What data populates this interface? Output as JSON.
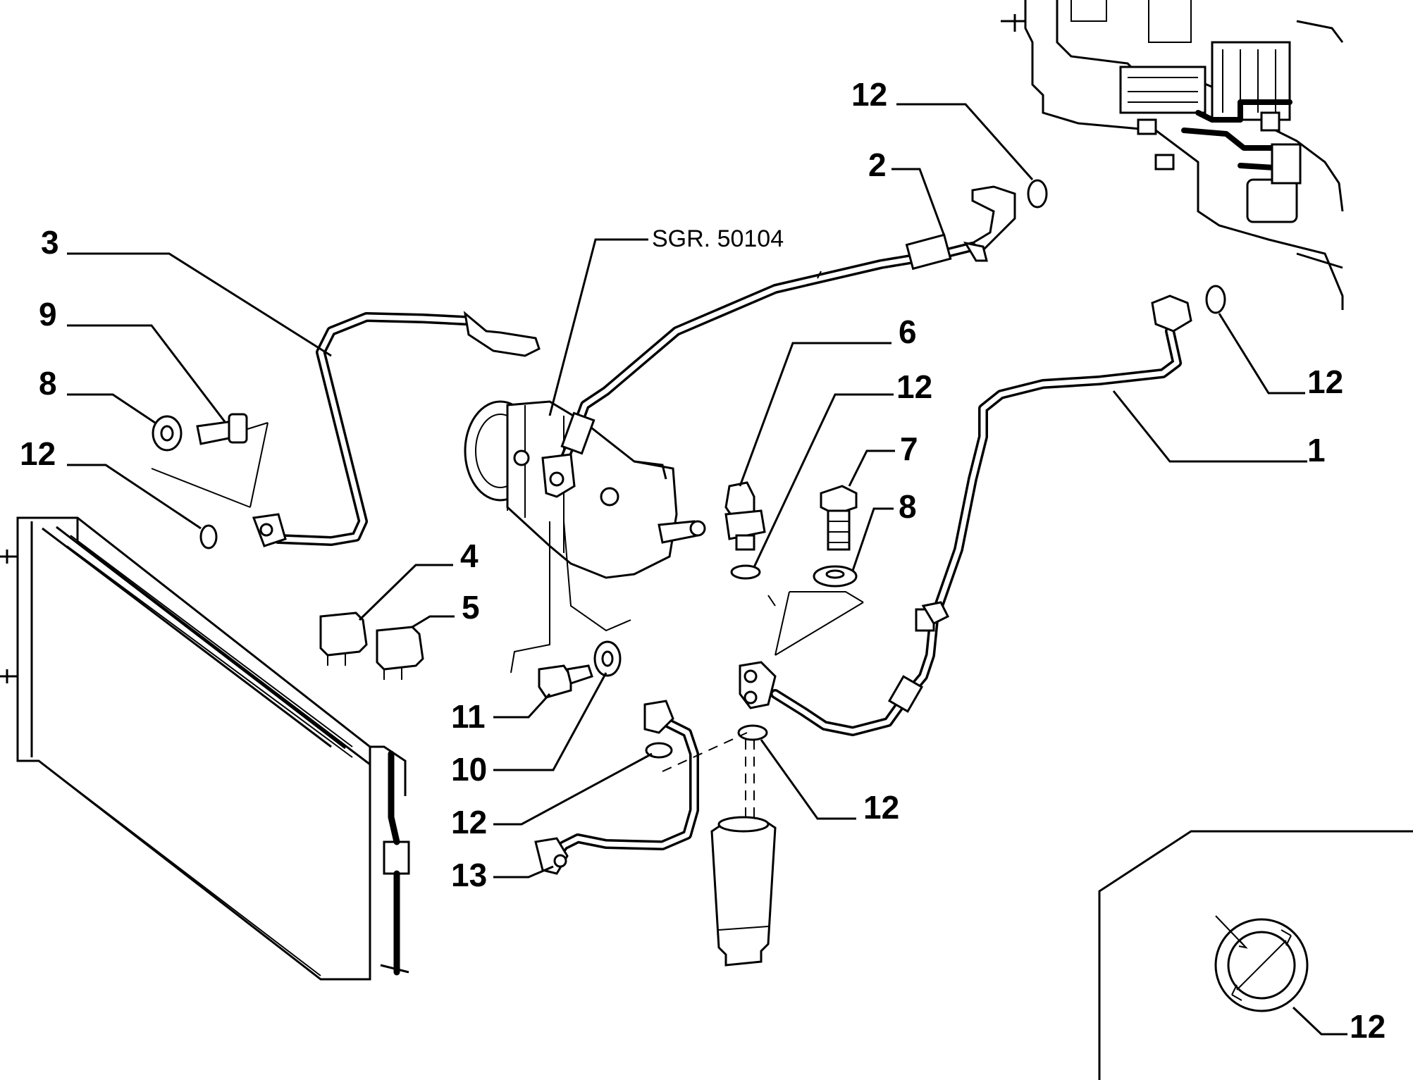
{
  "diagram": {
    "reference": "SGR. 50104",
    "callouts": [
      {
        "id": "c1",
        "label": "1"
      },
      {
        "id": "c2",
        "label": "2"
      },
      {
        "id": "c3",
        "label": "3"
      },
      {
        "id": "c4",
        "label": "4"
      },
      {
        "id": "c5",
        "label": "5"
      },
      {
        "id": "c6",
        "label": "6"
      },
      {
        "id": "c7",
        "label": "7"
      },
      {
        "id": "c8a",
        "label": "8"
      },
      {
        "id": "c8b",
        "label": "8"
      },
      {
        "id": "c9",
        "label": "9"
      },
      {
        "id": "c10",
        "label": "10"
      },
      {
        "id": "c11",
        "label": "11"
      },
      {
        "id": "c12a",
        "label": "12"
      },
      {
        "id": "c12b",
        "label": "12"
      },
      {
        "id": "c12c",
        "label": "12"
      },
      {
        "id": "c12d",
        "label": "12"
      },
      {
        "id": "c12e",
        "label": "12"
      },
      {
        "id": "c12f",
        "label": "12"
      },
      {
        "id": "c12g",
        "label": "12"
      },
      {
        "id": "c13",
        "label": "13"
      }
    ]
  }
}
